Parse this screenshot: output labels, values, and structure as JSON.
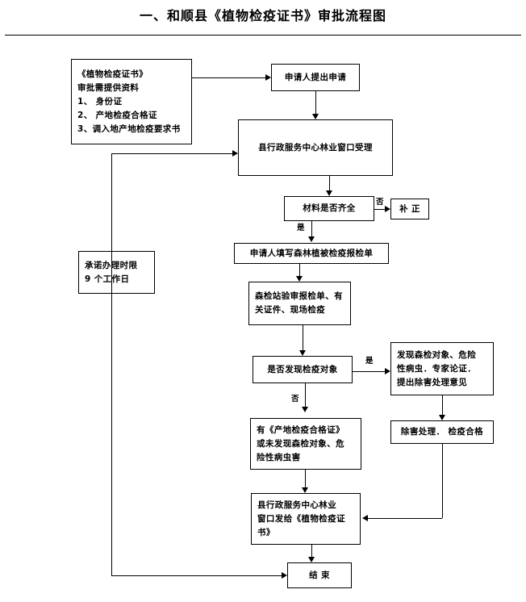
{
  "document": {
    "title": "一、和顺县《植物检疫证书》审批流程图"
  },
  "chart_data": {
    "type": "diagram",
    "subtype": "flowchart",
    "title": "一、和顺县《植物检疫证书》审批流程图",
    "orientation": "top-to-bottom",
    "nodes": [
      {
        "id": "materials",
        "shape": "rectangle",
        "align": "left",
        "lines": [
          "《植物检疫证书》",
          "审批需提供资料",
          "1、 身份证",
          "2、 产地检疫合格证",
          "3、调入地产地检疫要求书"
        ]
      },
      {
        "id": "apply",
        "shape": "rectangle",
        "align": "center",
        "lines": [
          "申请人提出申请"
        ]
      },
      {
        "id": "accept",
        "shape": "rectangle",
        "align": "center",
        "lines": [
          "县行政服务中心林业窗口受理"
        ]
      },
      {
        "id": "check-complete",
        "shape": "rectangle",
        "align": "center",
        "lines": [
          "材料是否齐全"
        ]
      },
      {
        "id": "correction",
        "shape": "rectangle",
        "align": "center",
        "lines": [
          "补  正"
        ]
      },
      {
        "id": "fill-form",
        "shape": "rectangle",
        "align": "center",
        "lines": [
          "申请人填写森林植被检疫报检单"
        ]
      },
      {
        "id": "station-review",
        "shape": "rectangle",
        "align": "left",
        "lines": [
          "森检站验审报检单、有",
          "关证件、现场检疫"
        ]
      },
      {
        "id": "found-object",
        "shape": "rectangle",
        "align": "center",
        "lines": [
          "是否发现检疫对象"
        ]
      },
      {
        "id": "expert-review",
        "shape": "rectangle",
        "align": "left",
        "lines": [
          "发现森检对象、危险",
          "性病虫．专家论证．",
          "提出除害处理意见"
        ]
      },
      {
        "id": "treatment-pass",
        "shape": "rectangle",
        "align": "center",
        "lines": [
          "除害处理．  检疫合格"
        ]
      },
      {
        "id": "qualified",
        "shape": "rectangle",
        "align": "left",
        "lines": [
          "有《产地检疫合格证》",
          "或未发现森检对象、危",
          "险性病虫害"
        ]
      },
      {
        "id": "issue-cert",
        "shape": "rectangle",
        "align": "left",
        "lines": [
          "县行政服务中心林业",
          "窗口发给《植物检疫证",
          "书》"
        ]
      },
      {
        "id": "promise",
        "shape": "rectangle",
        "align": "left",
        "lines": [
          "承诺办理时限",
          "9 个工作日"
        ]
      },
      {
        "id": "end",
        "shape": "rectangle",
        "align": "center",
        "lines": [
          "结   束"
        ]
      }
    ],
    "edge_labels": [
      {
        "id": "no-complete",
        "text": "否",
        "from": "check-complete",
        "to": "correction"
      },
      {
        "id": "yes-complete",
        "text": "是",
        "from": "check-complete",
        "to": "fill-form"
      },
      {
        "id": "yes-found",
        "text": "是",
        "from": "found-object",
        "to": "expert-review"
      },
      {
        "id": "no-found",
        "text": "否",
        "from": "found-object",
        "to": "qualified"
      }
    ]
  },
  "nodes": {
    "materials": {
      "l0": "《植物检疫证书》",
      "l1": "审批需提供资料",
      "l2": "1、 身份证",
      "l3": "2、 产地检疫合格证",
      "l4": "3、调入地产地检疫要求书"
    },
    "apply": {
      "l0": "申请人提出申请"
    },
    "accept": {
      "l0": "县行政服务中心林业窗口受理"
    },
    "check_complete": {
      "l0": "材料是否齐全"
    },
    "correction": {
      "l0": "补  正"
    },
    "fill_form": {
      "l0": "申请人填写森林植被检疫报检单"
    },
    "station_review": {
      "l0": "森检站验审报检单、有",
      "l1": "关证件、现场检疫"
    },
    "found_object": {
      "l0": "是否发现检疫对象"
    },
    "expert_review": {
      "l0": "发现森检对象、危险",
      "l1": "性病虫．专家论证．",
      "l2": "提出除害处理意见"
    },
    "treatment_pass": {
      "l0": "除害处理．  检疫合格"
    },
    "qualified": {
      "l0": "有《产地检疫合格证》",
      "l1": "或未发现森检对象、危",
      "l2": "险性病虫害"
    },
    "issue_cert": {
      "l0": "县行政服务中心林业",
      "l1": "窗口发给《植物检疫证",
      "l2": "书》"
    },
    "promise": {
      "l0": "承诺办理时限",
      "l1": "9 个工作日"
    },
    "end": {
      "l0": "结   束"
    }
  },
  "labels": {
    "no_complete": "否",
    "yes_complete": "是",
    "yes_found": "是",
    "no_found": "否"
  }
}
